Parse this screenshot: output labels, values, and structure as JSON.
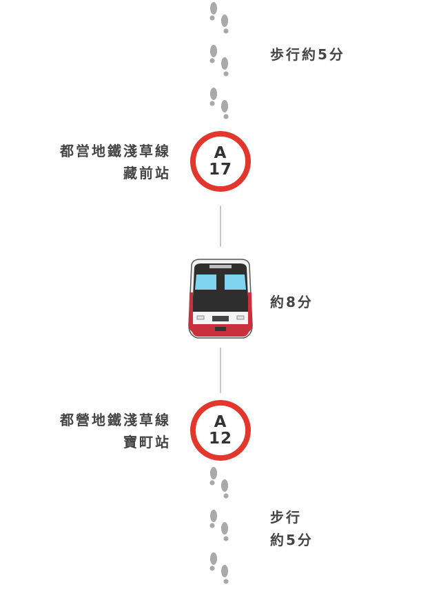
{
  "walk_top": {
    "label": "歩行約5分",
    "icon": "footsteps-icon"
  },
  "station_top": {
    "line_name": "都営地鐵淺草線",
    "station_name": "藏前站",
    "code_letter": "A",
    "code_number": "17",
    "color": "#e2372d"
  },
  "train_ride": {
    "label": "約8分",
    "icon": "train-icon",
    "color": "#c9303e"
  },
  "station_bottom": {
    "line_name": "都營地鐵淺草線",
    "station_name": "寶町站",
    "code_letter": "A",
    "code_number": "12",
    "color": "#e2372d"
  },
  "walk_bottom": {
    "label_line1": "步行",
    "label_line2": "約5分",
    "icon": "footsteps-icon"
  }
}
